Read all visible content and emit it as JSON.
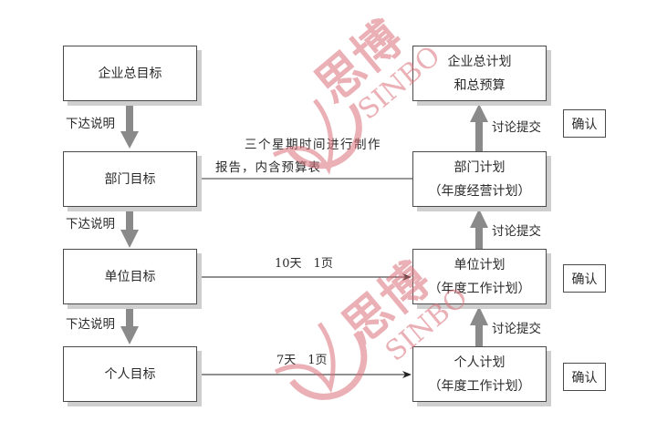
{
  "left_column": [
    {
      "id": "enterprise-goal",
      "label": "企业总目标"
    },
    {
      "id": "department-goal",
      "label": "部门目标"
    },
    {
      "id": "unit-goal",
      "label": "单位目标"
    },
    {
      "id": "personal-goal",
      "label": "个人目标"
    }
  ],
  "right_column": [
    {
      "id": "enterprise-plan",
      "line1": "企业总计划",
      "line2": "和总预算"
    },
    {
      "id": "department-plan",
      "line1": "部门计划",
      "line2": "（年度经营计划）"
    },
    {
      "id": "unit-plan",
      "line1": "单位计划",
      "line2": "（年度工作计划）"
    },
    {
      "id": "personal-plan",
      "line1": "个人计划",
      "line2": "（年度工作计划）"
    }
  ],
  "down_arrow_labels": [
    "下达说明",
    "下达说明",
    "下达说明"
  ],
  "up_arrow_labels": [
    "讨论提交",
    "讨论提交",
    "讨论提交"
  ],
  "confirm_labels": [
    "确认",
    "确认",
    "确认"
  ],
  "connectors": {
    "department": {
      "line1": "三个星期时间进行制作",
      "line2": "报告，内含预算表"
    },
    "unit": {
      "label": "10天　1页"
    },
    "personal": {
      "label": "7天　1页"
    }
  },
  "watermark": {
    "cn": "思博",
    "en": "SINBO",
    "color": "#d9717a"
  }
}
